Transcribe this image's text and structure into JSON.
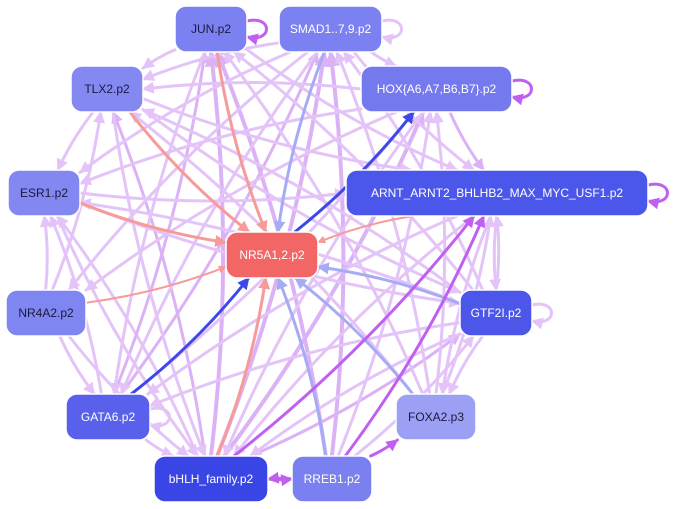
{
  "graph": {
    "nodes": [
      {
        "id": "jun",
        "label": "JUN.p2",
        "color": "#7b81f0",
        "text": "dark"
      },
      {
        "id": "smad",
        "label": "SMAD1..7,9.p2",
        "color": "#7b81f0",
        "text": "light"
      },
      {
        "id": "tlx2",
        "label": "TLX2.p2",
        "color": "#8489f2",
        "text": "dark"
      },
      {
        "id": "hox",
        "label": "HOX{A6,A7,B6,B7}.p2",
        "color": "#7479ee",
        "text": "light"
      },
      {
        "id": "esr1",
        "label": "ESR1.p2",
        "color": "#8287f2",
        "text": "dark"
      },
      {
        "id": "arnt",
        "label": "ARNT_ARNT2_BHLHB2_MAX_MYC_USF1.p2",
        "color": "#4b56ea",
        "text": "light"
      },
      {
        "id": "nr5a",
        "label": "NR5A1,2.p2",
        "color": "#f26666",
        "text": "light"
      },
      {
        "id": "nr4a2",
        "label": "NR4A2.p2",
        "color": "#7f85f1",
        "text": "dark"
      },
      {
        "id": "gtf2i",
        "label": "GTF2I.p2",
        "color": "#4c57ea",
        "text": "light"
      },
      {
        "id": "gata6",
        "label": "GATA6.p2",
        "color": "#5860ec",
        "text": "light"
      },
      {
        "id": "foxa2",
        "label": "FOXA2.p3",
        "color": "#9ca0f4",
        "text": "dark"
      },
      {
        "id": "bhlh",
        "label": "bHLH_family.p2",
        "color": "#3a45e6",
        "text": "light"
      },
      {
        "id": "rreb1",
        "label": "RREB1.p2",
        "color": "#7a80f0",
        "text": "light"
      }
    ],
    "edges": [
      {
        "from": "bhlh",
        "to": "nr5a",
        "color": "#f79a9a",
        "weight": 3
      },
      {
        "from": "gata6",
        "to": "nr5a",
        "color": "#3c48e8",
        "weight": 3
      },
      {
        "from": "nr5a",
        "to": "hox",
        "color": "#3c48e8",
        "weight": 3
      },
      {
        "from": "gtf2i",
        "to": "nr5a",
        "color": "#a6abf5",
        "weight": 3
      },
      {
        "from": "foxa2",
        "to": "nr5a",
        "color": "#a6abf5",
        "weight": 3
      },
      {
        "from": "rreb1",
        "to": "nr5a",
        "color": "#a6abf5",
        "weight": 3
      },
      {
        "from": "smad",
        "to": "nr5a",
        "color": "#a6abf5",
        "weight": 3
      },
      {
        "from": "jun",
        "to": "nr5a",
        "color": "#f79a9a",
        "weight": 3
      },
      {
        "from": "tlx2",
        "to": "nr5a",
        "color": "#f79a9a",
        "weight": 3
      },
      {
        "from": "esr1",
        "to": "nr5a",
        "color": "#f79a9a",
        "weight": 3
      },
      {
        "from": "nr4a2",
        "to": "nr5a",
        "color": "#f79a9a",
        "weight": 2
      },
      {
        "from": "arnt",
        "to": "nr5a",
        "color": "#f79a9a",
        "weight": 2
      },
      {
        "from": "bhlh",
        "to": "arnt",
        "color": "#c060f0",
        "weight": 3
      },
      {
        "from": "bhlh",
        "to": "jun",
        "color": "#dcb2f6",
        "weight": 4
      },
      {
        "from": "bhlh",
        "to": "smad",
        "color": "#dcb2f6",
        "weight": 4
      },
      {
        "from": "bhlh",
        "to": "tlx2",
        "color": "#dcb2f6",
        "weight": 3
      },
      {
        "from": "bhlh",
        "to": "hox",
        "color": "#dcb2f6",
        "weight": 4
      },
      {
        "from": "bhlh",
        "to": "esr1",
        "color": "#e4c4f8",
        "weight": 3
      },
      {
        "from": "bhlh",
        "to": "gtf2i",
        "color": "#dcb2f6",
        "weight": 3
      },
      {
        "from": "rreb1",
        "to": "jun",
        "color": "#dcb2f6",
        "weight": 4
      },
      {
        "from": "rreb1",
        "to": "smad",
        "color": "#dcb2f6",
        "weight": 4
      },
      {
        "from": "rreb1",
        "to": "arnt",
        "color": "#c060f0",
        "weight": 3
      },
      {
        "from": "rreb1",
        "to": "foxa2",
        "color": "#c060f0",
        "weight": 3
      },
      {
        "from": "rreb1",
        "to": "bhlh",
        "color": "#c060f0",
        "weight": 3
      },
      {
        "from": "bhlh",
        "to": "rreb1",
        "color": "#c060f0",
        "weight": 3
      },
      {
        "from": "gata6",
        "to": "jun",
        "color": "#dcb2f6",
        "weight": 3
      },
      {
        "from": "gata6",
        "to": "smad",
        "color": "#dcb2f6",
        "weight": 3
      },
      {
        "from": "gata6",
        "to": "esr1",
        "color": "#e4c4f8",
        "weight": 3
      },
      {
        "from": "gata6",
        "to": "hox",
        "color": "#e4c4f8",
        "weight": 3
      },
      {
        "from": "gtf2i",
        "to": "tlx2",
        "color": "#e4c4f8",
        "weight": 3
      },
      {
        "from": "gtf2i",
        "to": "smad",
        "color": "#e4c4f8",
        "weight": 3
      },
      {
        "from": "gtf2i",
        "to": "esr1",
        "color": "#e4c4f8",
        "weight": 3
      },
      {
        "from": "gtf2i",
        "to": "jun",
        "color": "#e4c4f8",
        "weight": 3
      },
      {
        "from": "gtf2i",
        "to": "gata6",
        "color": "#e4c4f8",
        "weight": 3
      },
      {
        "from": "gtf2i",
        "to": "bhlh",
        "color": "#e4c4f8",
        "weight": 3
      },
      {
        "from": "gtf2i",
        "to": "foxa2",
        "color": "#e4c4f8",
        "weight": 3
      },
      {
        "from": "gtf2i",
        "to": "arnt",
        "color": "#e4c4f8",
        "weight": 3
      },
      {
        "from": "foxa2",
        "to": "jun",
        "color": "#e4c4f8",
        "weight": 3
      },
      {
        "from": "foxa2",
        "to": "smad",
        "color": "#e4c4f8",
        "weight": 3
      },
      {
        "from": "foxa2",
        "to": "tlx2",
        "color": "#e4c4f8",
        "weight": 3
      },
      {
        "from": "foxa2",
        "to": "arnt",
        "color": "#e4c4f8",
        "weight": 3
      },
      {
        "from": "foxa2",
        "to": "hox",
        "color": "#e4c4f8",
        "weight": 3
      },
      {
        "from": "smad",
        "to": "tlx2",
        "color": "#e4c4f8",
        "weight": 3
      },
      {
        "from": "smad",
        "to": "esr1",
        "color": "#e4c4f8",
        "weight": 3
      },
      {
        "from": "smad",
        "to": "nr4a2",
        "color": "#e4c4f8",
        "weight": 3
      },
      {
        "from": "smad",
        "to": "arnt",
        "color": "#e4c4f8",
        "weight": 3
      },
      {
        "from": "smad",
        "to": "gata6",
        "color": "#e4c4f8",
        "weight": 3
      },
      {
        "from": "smad",
        "to": "hox",
        "color": "#e4c4f8",
        "weight": 3
      },
      {
        "from": "jun",
        "to": "tlx2",
        "color": "#e4c4f8",
        "weight": 3
      },
      {
        "from": "jun",
        "to": "arnt",
        "color": "#e4c4f8",
        "weight": 3
      },
      {
        "from": "jun",
        "to": "gata6",
        "color": "#e4c4f8",
        "weight": 3
      },
      {
        "from": "hox",
        "to": "arnt",
        "color": "#dcb2f6",
        "weight": 3
      },
      {
        "from": "hox",
        "to": "tlx2",
        "color": "#e4c4f8",
        "weight": 3
      },
      {
        "from": "hox",
        "to": "esr1",
        "color": "#e4c4f8",
        "weight": 3
      },
      {
        "from": "hox",
        "to": "nr4a2",
        "color": "#e4c4f8",
        "weight": 3
      },
      {
        "from": "hox",
        "to": "bhlh",
        "color": "#e4c4f8",
        "weight": 3
      },
      {
        "from": "tlx2",
        "to": "esr1",
        "color": "#e4c4f8",
        "weight": 3
      },
      {
        "from": "tlx2",
        "to": "arnt",
        "color": "#e4c4f8",
        "weight": 3
      },
      {
        "from": "tlx2",
        "to": "gtf2i",
        "color": "#e4c4f8",
        "weight": 3
      },
      {
        "from": "tlx2",
        "to": "bhlh",
        "color": "#e4c4f8",
        "weight": 3
      },
      {
        "from": "esr1",
        "to": "arnt",
        "color": "#e4c4f8",
        "weight": 3
      },
      {
        "from": "esr1",
        "to": "gtf2i",
        "color": "#e4c4f8",
        "weight": 3
      },
      {
        "from": "esr1",
        "to": "bhlh",
        "color": "#e4c4f8",
        "weight": 3
      },
      {
        "from": "nr4a2",
        "to": "esr1",
        "color": "#e4c4f8",
        "weight": 3
      },
      {
        "from": "nr4a2",
        "to": "tlx2",
        "color": "#e4c4f8",
        "weight": 3
      },
      {
        "from": "nr4a2",
        "to": "bhlh",
        "color": "#e4c4f8",
        "weight": 3
      },
      {
        "from": "nr4a2",
        "to": "gata6",
        "color": "#e4c4f8",
        "weight": 3
      },
      {
        "from": "arnt",
        "to": "gtf2i",
        "color": "#e4c4f8",
        "weight": 3
      },
      {
        "from": "arnt",
        "to": "bhlh",
        "color": "#e4c4f8",
        "weight": 3
      },
      {
        "from": "arnt",
        "to": "gata6",
        "color": "#e4c4f8",
        "weight": 3
      },
      {
        "from": "arnt",
        "to": "foxa2",
        "color": "#e4c4f8",
        "weight": 3
      },
      {
        "from": "gata6",
        "to": "bhlh",
        "color": "#e4c4f8",
        "weight": 3
      },
      {
        "from": "rreb1",
        "to": "hox",
        "color": "#e4c4f8",
        "weight": 3
      },
      {
        "from": "rreb1",
        "to": "gtf2i",
        "color": "#e4c4f8",
        "weight": 3
      }
    ],
    "self_loops": [
      {
        "node": "jun",
        "color": "#c060f0"
      },
      {
        "node": "smad",
        "color": "#e4c4f8"
      },
      {
        "node": "hox",
        "color": "#c060f0"
      },
      {
        "node": "arnt",
        "color": "#c060f0"
      },
      {
        "node": "gtf2i",
        "color": "#e4c4f8"
      },
      {
        "node": "gata6",
        "color": "#e4c4f8"
      }
    ]
  }
}
